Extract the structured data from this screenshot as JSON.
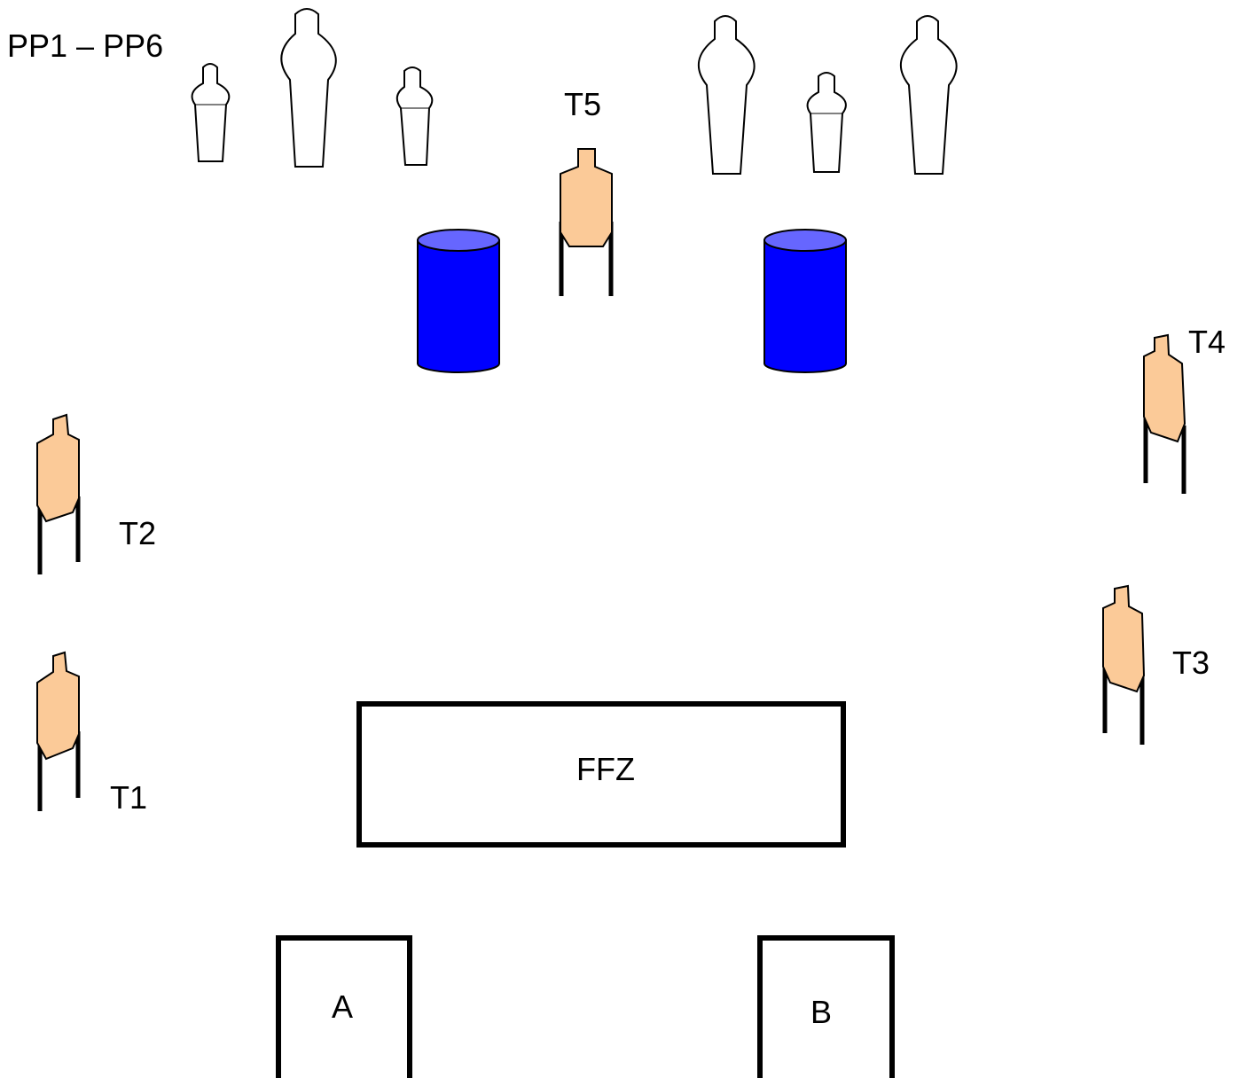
{
  "labels": {
    "poppers": "PP1 – PP6",
    "t1": "T1",
    "t2": "T2",
    "t3": "T3",
    "t4": "T4",
    "t5": "T5",
    "fault_line_zone": "FFZ",
    "start_a": "A",
    "start_b": "B"
  },
  "colors": {
    "target_fill": "#FBCA98",
    "barrel_body": "#0000FF",
    "barrel_top": "#6666FF",
    "line": "#000000",
    "popper_fill": "#FFFFFF"
  }
}
